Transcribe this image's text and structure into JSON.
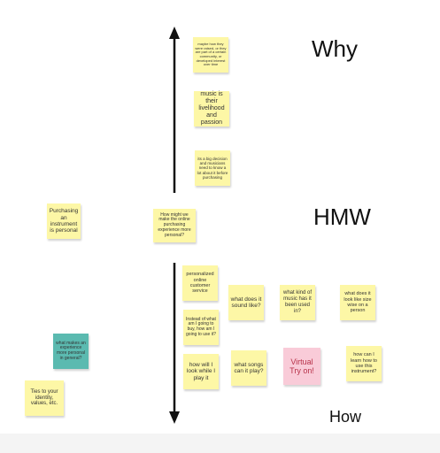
{
  "colors": {
    "sticky_yellow": "#fdf7a6",
    "sticky_pink": "#f9cbd8",
    "sticky_teal": "#5bbab0",
    "pink_text": "#b8324a",
    "arrow": "#111111"
  },
  "labels": {
    "why": "Why",
    "hmw": "HMW",
    "how": "How"
  },
  "notes": {
    "why_1": "maybe how they were raised, or they are part of a certain community, or developed interest over time",
    "why_2": "music is their livelihood and passion",
    "why_3": "its a big decision and musicians need to know a lot about it before purchasing",
    "purchasing_personal": "Purchasing an instrument is personal",
    "hmw_question": "How might we make the online purchasing experience more personal?",
    "personalized_service": "personalized online customer service",
    "what_does_it_sound_like": "what does it sound like?",
    "what_kind_of_music": "what kind of music has it been used in?",
    "look_like_size": "what does it look like size wise on a person",
    "instead_of_buy": "Instead of what am I going to buy, how am I going to use it?",
    "what_makes_personal": "what makes an experience more personal in general?",
    "how_will_i_look": "how will I look while I play it",
    "what_songs": "what songs can it play?",
    "virtual_try_on": "Virtual Try on!",
    "learn_how_to_use": "how can I learn how to use this instrument?",
    "ties_to_identity": "Ties to your identity, values, etc."
  }
}
